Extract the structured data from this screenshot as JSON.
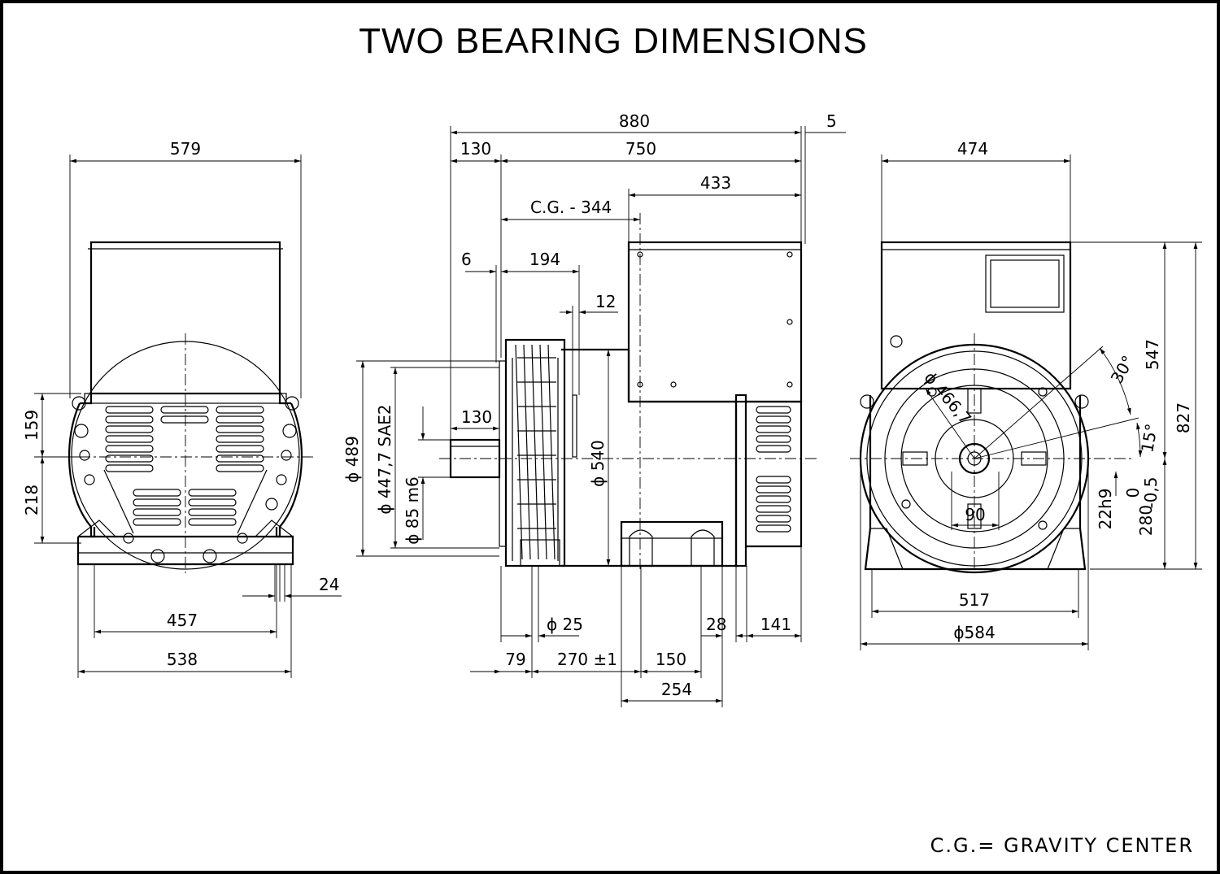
{
  "title": "TWO BEARING DIMENSIONS",
  "footnote": "C.G.= GRAVITY CENTER",
  "front_view": {
    "width": "579",
    "h_upper": "159",
    "h_lower": "218",
    "foot_width": "24",
    "base_inner": "457",
    "base_outer": "538"
  },
  "side_view": {
    "overall": "880",
    "end_gap": "5",
    "shaft": "130",
    "body": "750",
    "cg_to_end": "433",
    "cg": "C.G. -  344",
    "flange_offset": "6",
    "flange_depth": "194",
    "rib": "12",
    "shaft_len": "130",
    "d489": "ϕ 489",
    "sae": "ϕ 447,7  SAE2",
    "d85": "ϕ 85 m6",
    "d540": "ϕ 540",
    "d25": "ϕ 25",
    "foot_28": "28",
    "rear_141": "141",
    "d79": "79",
    "d270": "270 ±1",
    "d150": "150",
    "d254": "254"
  },
  "end_view": {
    "width": "474",
    "h547": "547",
    "h827": "827",
    "angle30": "30°",
    "angle15": "15°",
    "d466": "ϕ 466,7",
    "key90": "90",
    "key22": "22h9",
    "h280": "280",
    "tol_upper": "0",
    "tol_lower": "-0,5",
    "base517": "517",
    "d584": "ϕ584"
  }
}
